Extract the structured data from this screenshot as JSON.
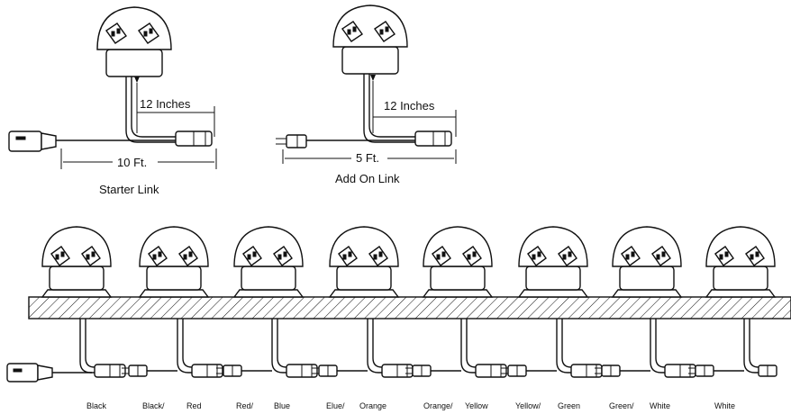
{
  "top_diagrams": {
    "starter": {
      "cable_length": "12 Inches",
      "cord_length": "10 Ft.",
      "caption": "Starter Link"
    },
    "add_on": {
      "cable_length": "12 Inches",
      "cord_length": "5 Ft.",
      "caption": "Add On Link"
    }
  },
  "chain": {
    "labels": [
      "Black",
      "Black/",
      "Red",
      "Red/",
      "Blue",
      "Elue/",
      "Orange",
      "Orange/",
      "Yellow",
      "Yellow/",
      "Green",
      "Green/",
      "White",
      "White"
    ]
  }
}
